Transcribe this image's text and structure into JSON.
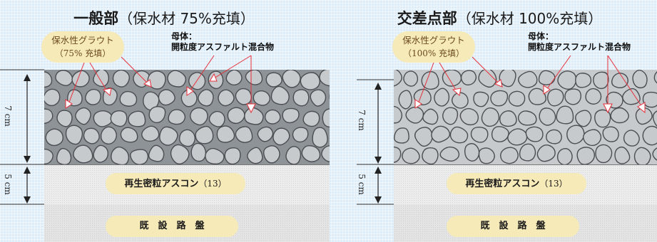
{
  "left": {
    "title_main": "一般部",
    "title_sub": "（保水材 75%充填）",
    "grout_label": "保水性グラウト",
    "grout_sub": "（75% 充填）",
    "mother_label": "母体：",
    "mother_desc": "開粒度アスファルト混合物",
    "dim_7": "7 cm",
    "dim_5": "5 cm",
    "recycled_label": "再生密粒アスコン",
    "recycled_num": "（13）",
    "base_label": "既　設　路　盤"
  },
  "right": {
    "title_main": "交差点部",
    "title_sub": "（保水材 100%充填）",
    "grout_label": "保水性グラウト",
    "grout_sub": "（100% 充填）",
    "mother_label": "母体：",
    "mother_desc": "開粒度アスファルト混合物",
    "dim_7": "7 cm",
    "dim_5": "5 cm",
    "recycled_label": "再生密粒アスコン",
    "recycled_num": "（13）",
    "base_label": "既　設　路　盤"
  },
  "colors": {
    "background": "#dcecf8",
    "bubble": "#f6eab8",
    "stone_fill": "#c7cacd",
    "stone_stroke": "#4a4d52",
    "arrow": "#e6303a"
  }
}
